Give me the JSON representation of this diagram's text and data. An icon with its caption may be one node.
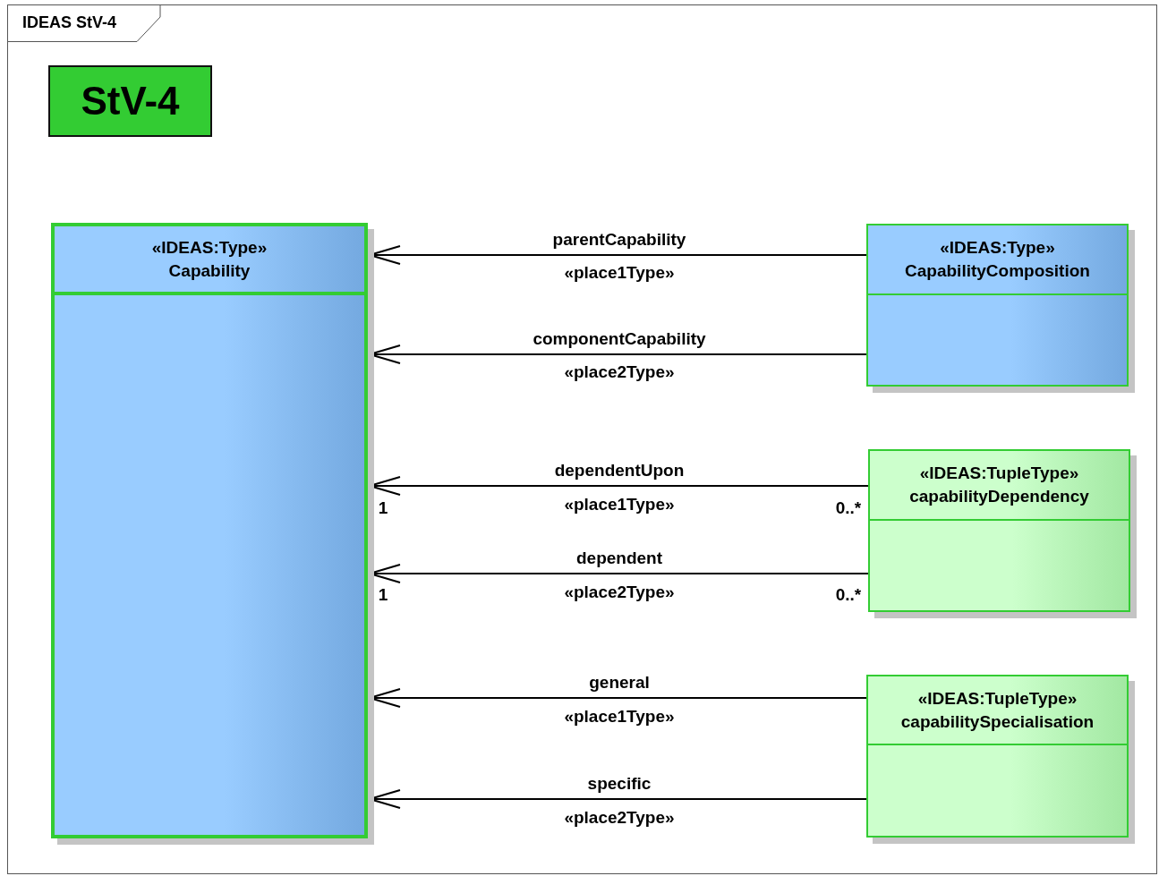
{
  "diagram": {
    "nodes": [
      {
        "text": [
          "IDEAS StV-4"
        ]
      },
      {
        "text": [
          "StV-4"
        ],
        "in": 0
      },
      {
        "text": [
          "«IDEAS:Type»",
          "Capability"
        ],
        "in": 0
      },
      {
        "text": [
          "«IDEAS:Type»",
          "CapabilityComposition"
        ],
        "in": 0
      },
      {
        "text": [
          "«IDEAS:TupleType»",
          "capabilityDependency"
        ],
        "in": 0
      },
      {
        "text": [
          "«IDEAS:TupleType»",
          "capabilitySpecialisation"
        ],
        "in": 0
      }
    ],
    "edges": [
      {
        "from": 3,
        "to": 2,
        "arrow": "to",
        "label": "parentCapability"
      },
      {
        "from": 3,
        "to": 2,
        "arrow": "to",
        "label": "componentCapability"
      },
      {
        "from": 4,
        "to": 2,
        "arrow": "to",
        "label": "dependentUpon"
      },
      {
        "from": 4,
        "to": 2,
        "arrow": "to",
        "label": "dependent"
      },
      {
        "from": 5,
        "to": 2,
        "arrow": "to",
        "label": "general"
      },
      {
        "from": 5,
        "to": 2,
        "arrow": "to",
        "label": "specific"
      }
    ],
    "labels": [
      "«place1Type»",
      "«place2Type»",
      "1",
      "«place1Type»",
      "0..*",
      "1",
      "«place2Type»",
      "0..*",
      "«place1Type»",
      "«place2Type»"
    ]
  }
}
